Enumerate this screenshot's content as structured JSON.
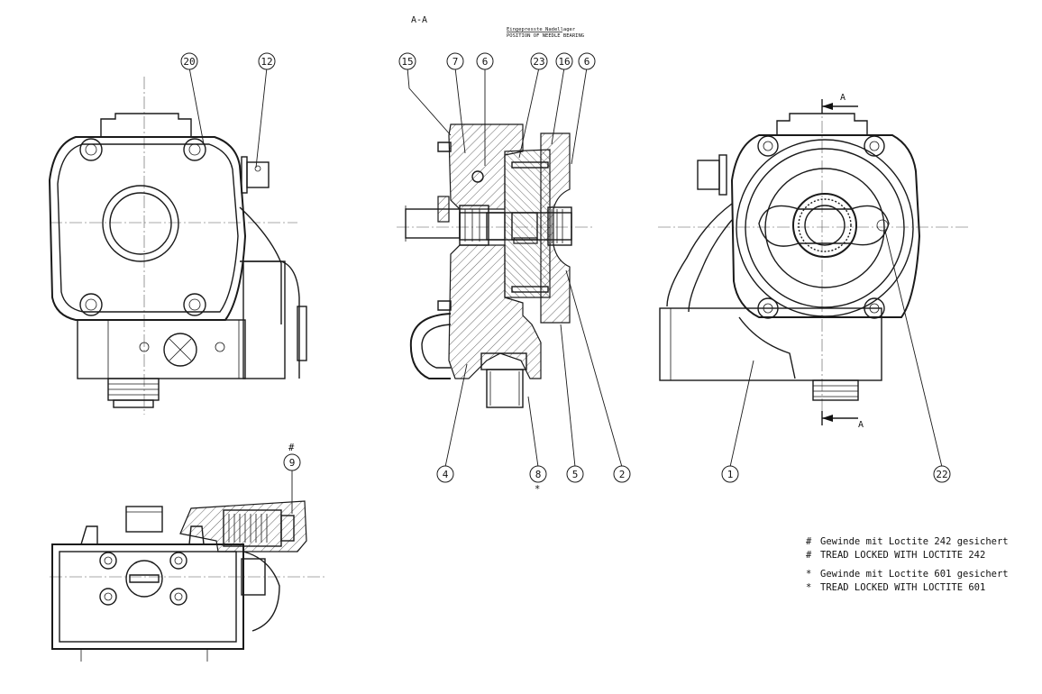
{
  "section_label": "A-A",
  "needle_bearing_heading": {
    "de": "Eingepresste Nadellager",
    "en": "POSITION OF NEEDLE BEARING"
  },
  "cut_marker": "A",
  "balloons": {
    "p20": "20",
    "p12": "12",
    "p15": "15",
    "p7": "7",
    "p6a": "6",
    "p23": "23",
    "p16": "16",
    "p6b": "6",
    "p4": "4",
    "p8": "8",
    "p5": "5",
    "p2": "2",
    "p1": "1",
    "p22": "22",
    "p9": "9"
  },
  "marks": {
    "p9_hash": "#",
    "p8_star": "*"
  },
  "notes": [
    {
      "symbol": "#",
      "text": "Gewinde mit Loctite 242 gesichert"
    },
    {
      "symbol": "#",
      "text": "TREAD LOCKED WITH LOCTITE 242"
    },
    {
      "symbol": "*",
      "text": "Gewinde mit Loctite 601 gesichert"
    },
    {
      "symbol": "*",
      "text": "TREAD LOCKED WITH LOCTITE 601"
    }
  ]
}
